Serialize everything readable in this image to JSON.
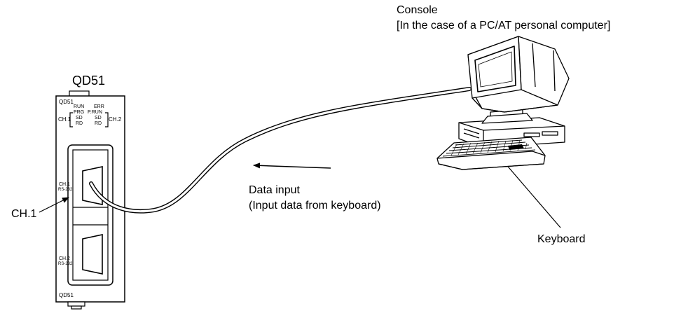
{
  "labels": {
    "module_name": "QD51",
    "console_title": "Console",
    "console_note": "[In the case of a PC/AT personal computer]",
    "data_input": "Data input",
    "data_input_note": "(Input data from keyboard)",
    "keyboard": "Keyboard",
    "ch1_callout": "CH.1"
  },
  "module_panel": {
    "top_name": "QD51",
    "led_left_col": [
      "RUN",
      "PRG",
      "SD",
      "RD"
    ],
    "led_right_col": [
      "ERR",
      "P.RUN",
      "SD",
      "RD"
    ],
    "led_ch1": "CH.1",
    "led_ch2": "CH.2",
    "port1_name": "CH.1",
    "port1_type": "RS-232",
    "port2_name": "CH.2",
    "port2_type": "RS-232",
    "bottom_name": "QD51"
  }
}
